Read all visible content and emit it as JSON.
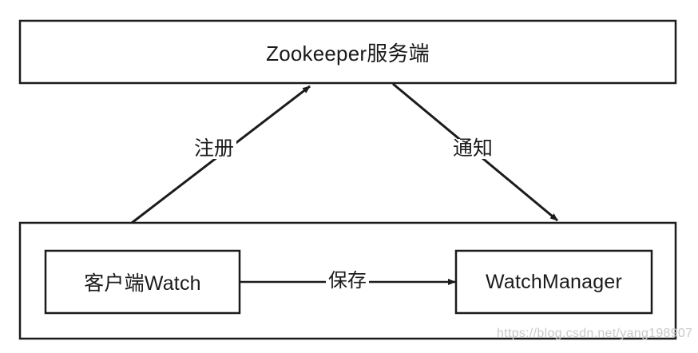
{
  "diagram": {
    "title_text": "Zookeeper服务端",
    "nodes": [
      {
        "id": "server",
        "label": "Zookeeper服务端",
        "type": "box"
      },
      {
        "id": "client-container",
        "label": "",
        "type": "container-box"
      },
      {
        "id": "client-watch",
        "label": "客户端Watch",
        "type": "box"
      },
      {
        "id": "watch-manager",
        "label": "WatchManager",
        "type": "box"
      }
    ],
    "edges": [
      {
        "id": "register",
        "label": "注册",
        "from": "client-container",
        "to": "server",
        "arrow": "to"
      },
      {
        "id": "notify",
        "label": "通知",
        "from": "server",
        "to": "client-container",
        "arrow": "to"
      },
      {
        "id": "save",
        "label": "保存",
        "from": "client-watch",
        "to": "watch-manager",
        "arrow": "to"
      }
    ],
    "colors": {
      "stroke": "#1b1b1b",
      "fill": "#ffffff",
      "text": "#1b1b1b",
      "watermark": "#c9c9c9"
    }
  },
  "watermark": {
    "text": "https://blog.csdn.net/yang198907"
  }
}
